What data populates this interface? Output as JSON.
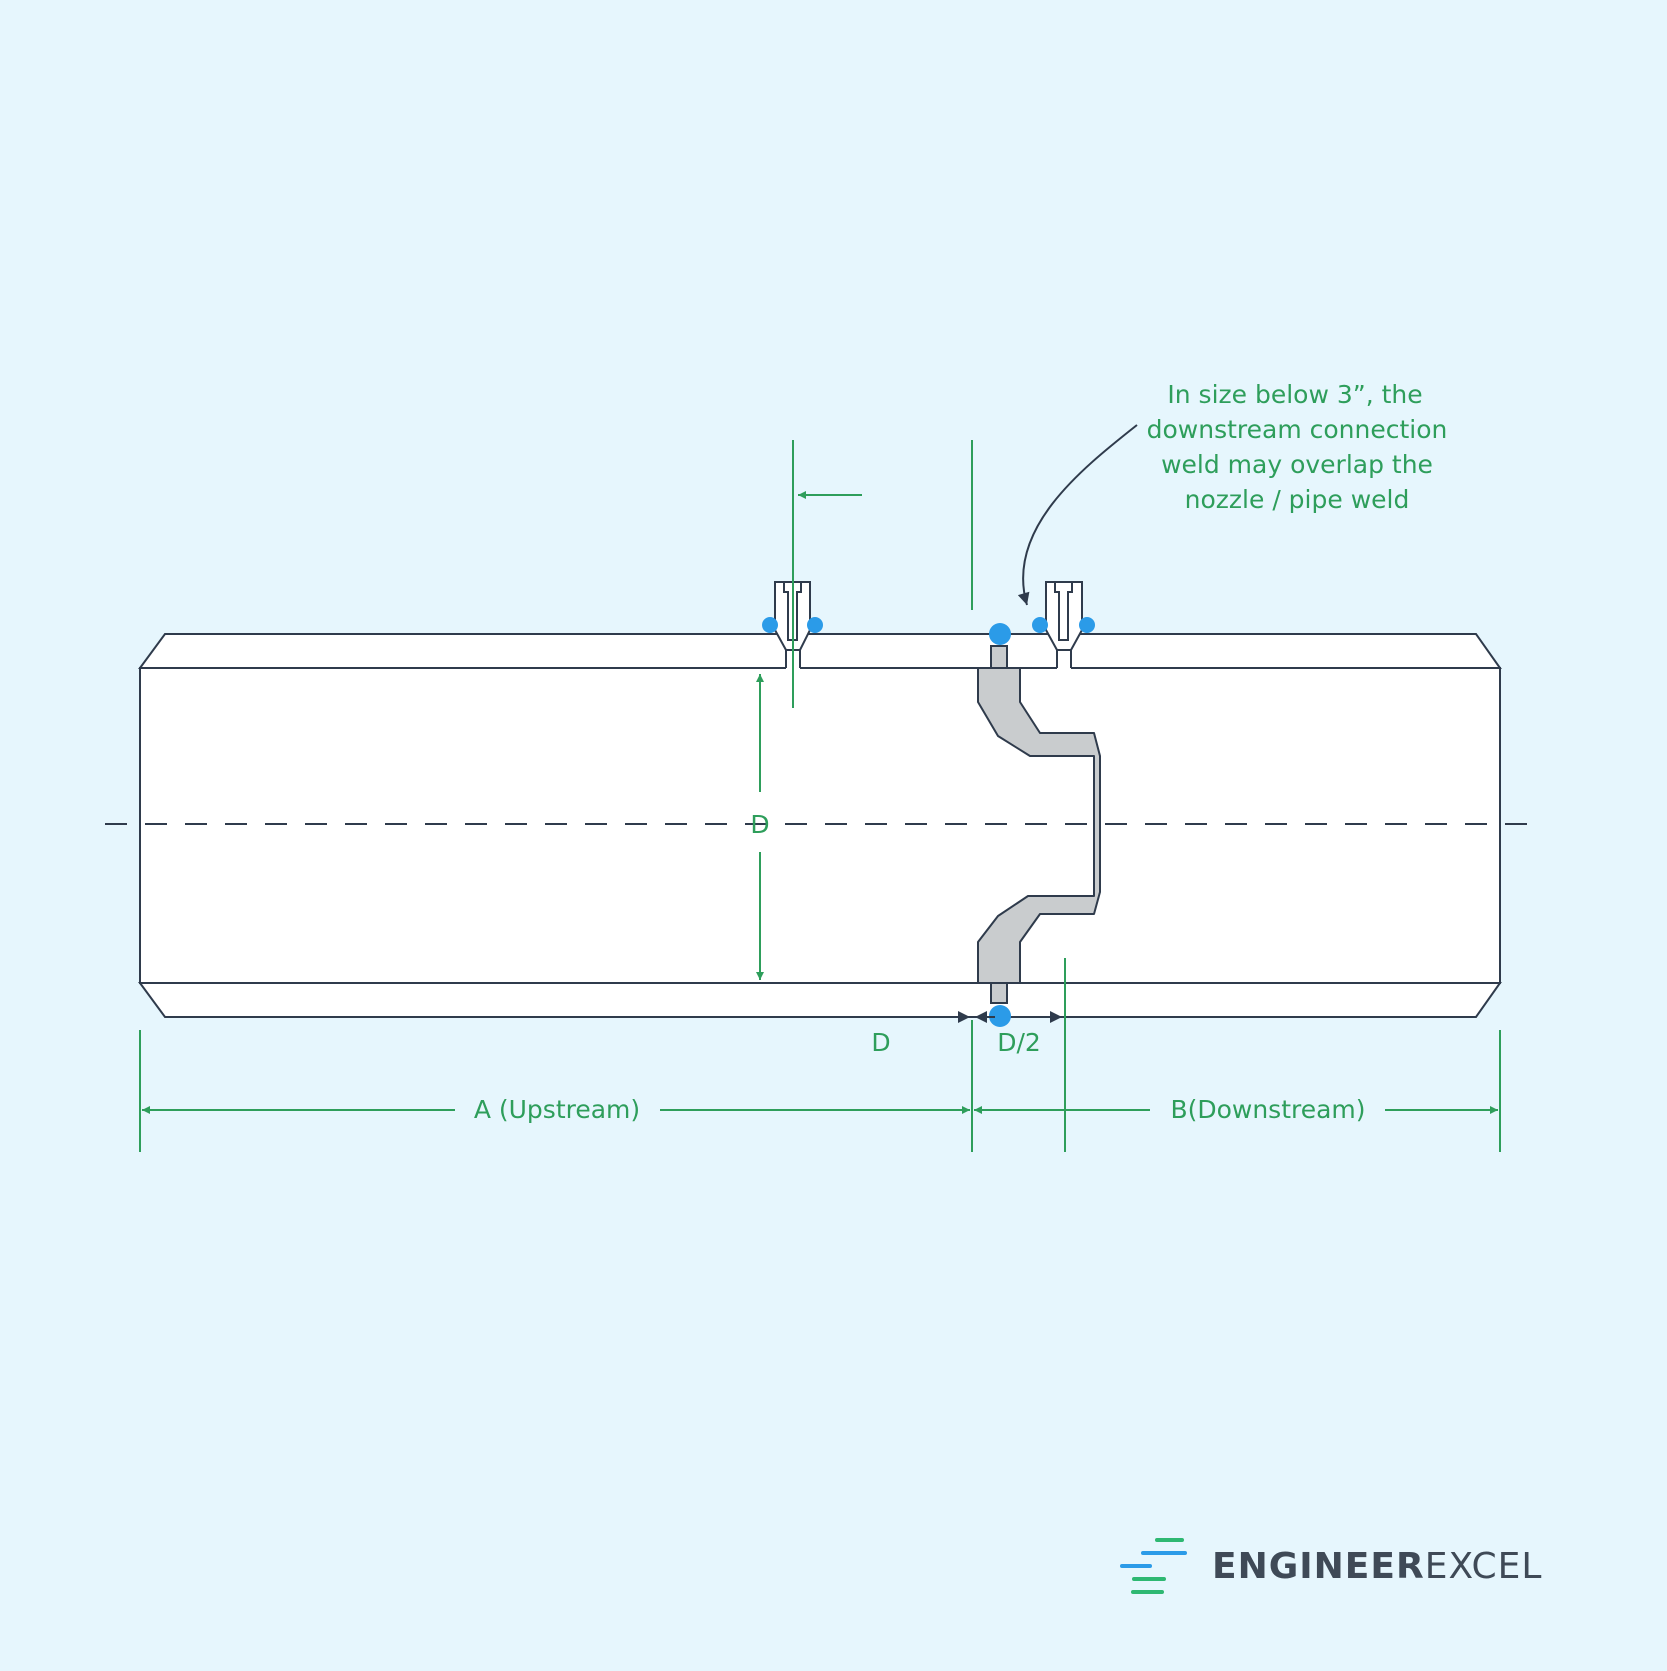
{
  "diagram": {
    "note_lines": [
      "In size below 3”, the",
      "downstream connection",
      "weld may overlap the",
      "nozzle / pipe weld"
    ],
    "label_d_vertical": "D",
    "label_d_horizontal": "D",
    "label_d_half": "D/2",
    "label_a": "A (Upstream)",
    "label_b": "B(Downstream)"
  },
  "brand": {
    "part1": "ENGINEER",
    "part2": "EXCEL",
    "icon": "speed-lines-icon"
  },
  "colors": {
    "background": "#e6f6fd",
    "dimension": "#2e9e5b",
    "outline": "#2f3b4c",
    "weld": "#2b9be8",
    "orifice_plate": "#c9ccce",
    "brand_blue": "#2b9be8",
    "brand_green": "#2eb872",
    "brand_text": "#3f4a57"
  }
}
